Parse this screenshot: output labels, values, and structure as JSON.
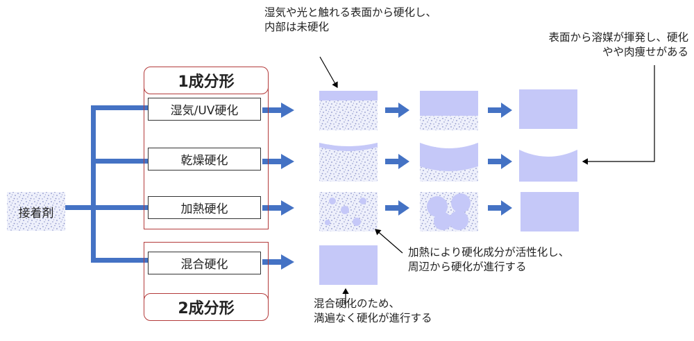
{
  "adhesive_label": "接着剤",
  "groups": {
    "one_component": "1成分形",
    "two_component": "2成分形"
  },
  "methods": {
    "moisture_uv": "湿気/UV硬化",
    "drying": "乾燥硬化",
    "heating": "加熱硬化",
    "mixing": "混合硬化"
  },
  "notes": {
    "moisture_line1": "湿気や光と触れる表面から硬化し、",
    "moisture_line2": "内部は未硬化",
    "drying_line1": "表面から溶媒が揮発し、硬化",
    "drying_line2": "やや肉痩せがある",
    "heating_line1": "加熱により硬化成分が活性化し、",
    "heating_line2": "周辺から硬化が進行する",
    "mixing_line1": "混合硬化のため、",
    "mixing_line2": "満遍なく硬化が進行する"
  },
  "colors": {
    "arrow_blue": "#4472c4",
    "cured_fill": "#c5c8f8",
    "frame_red": "#b33a3a",
    "speckle": "#8c93c9"
  }
}
